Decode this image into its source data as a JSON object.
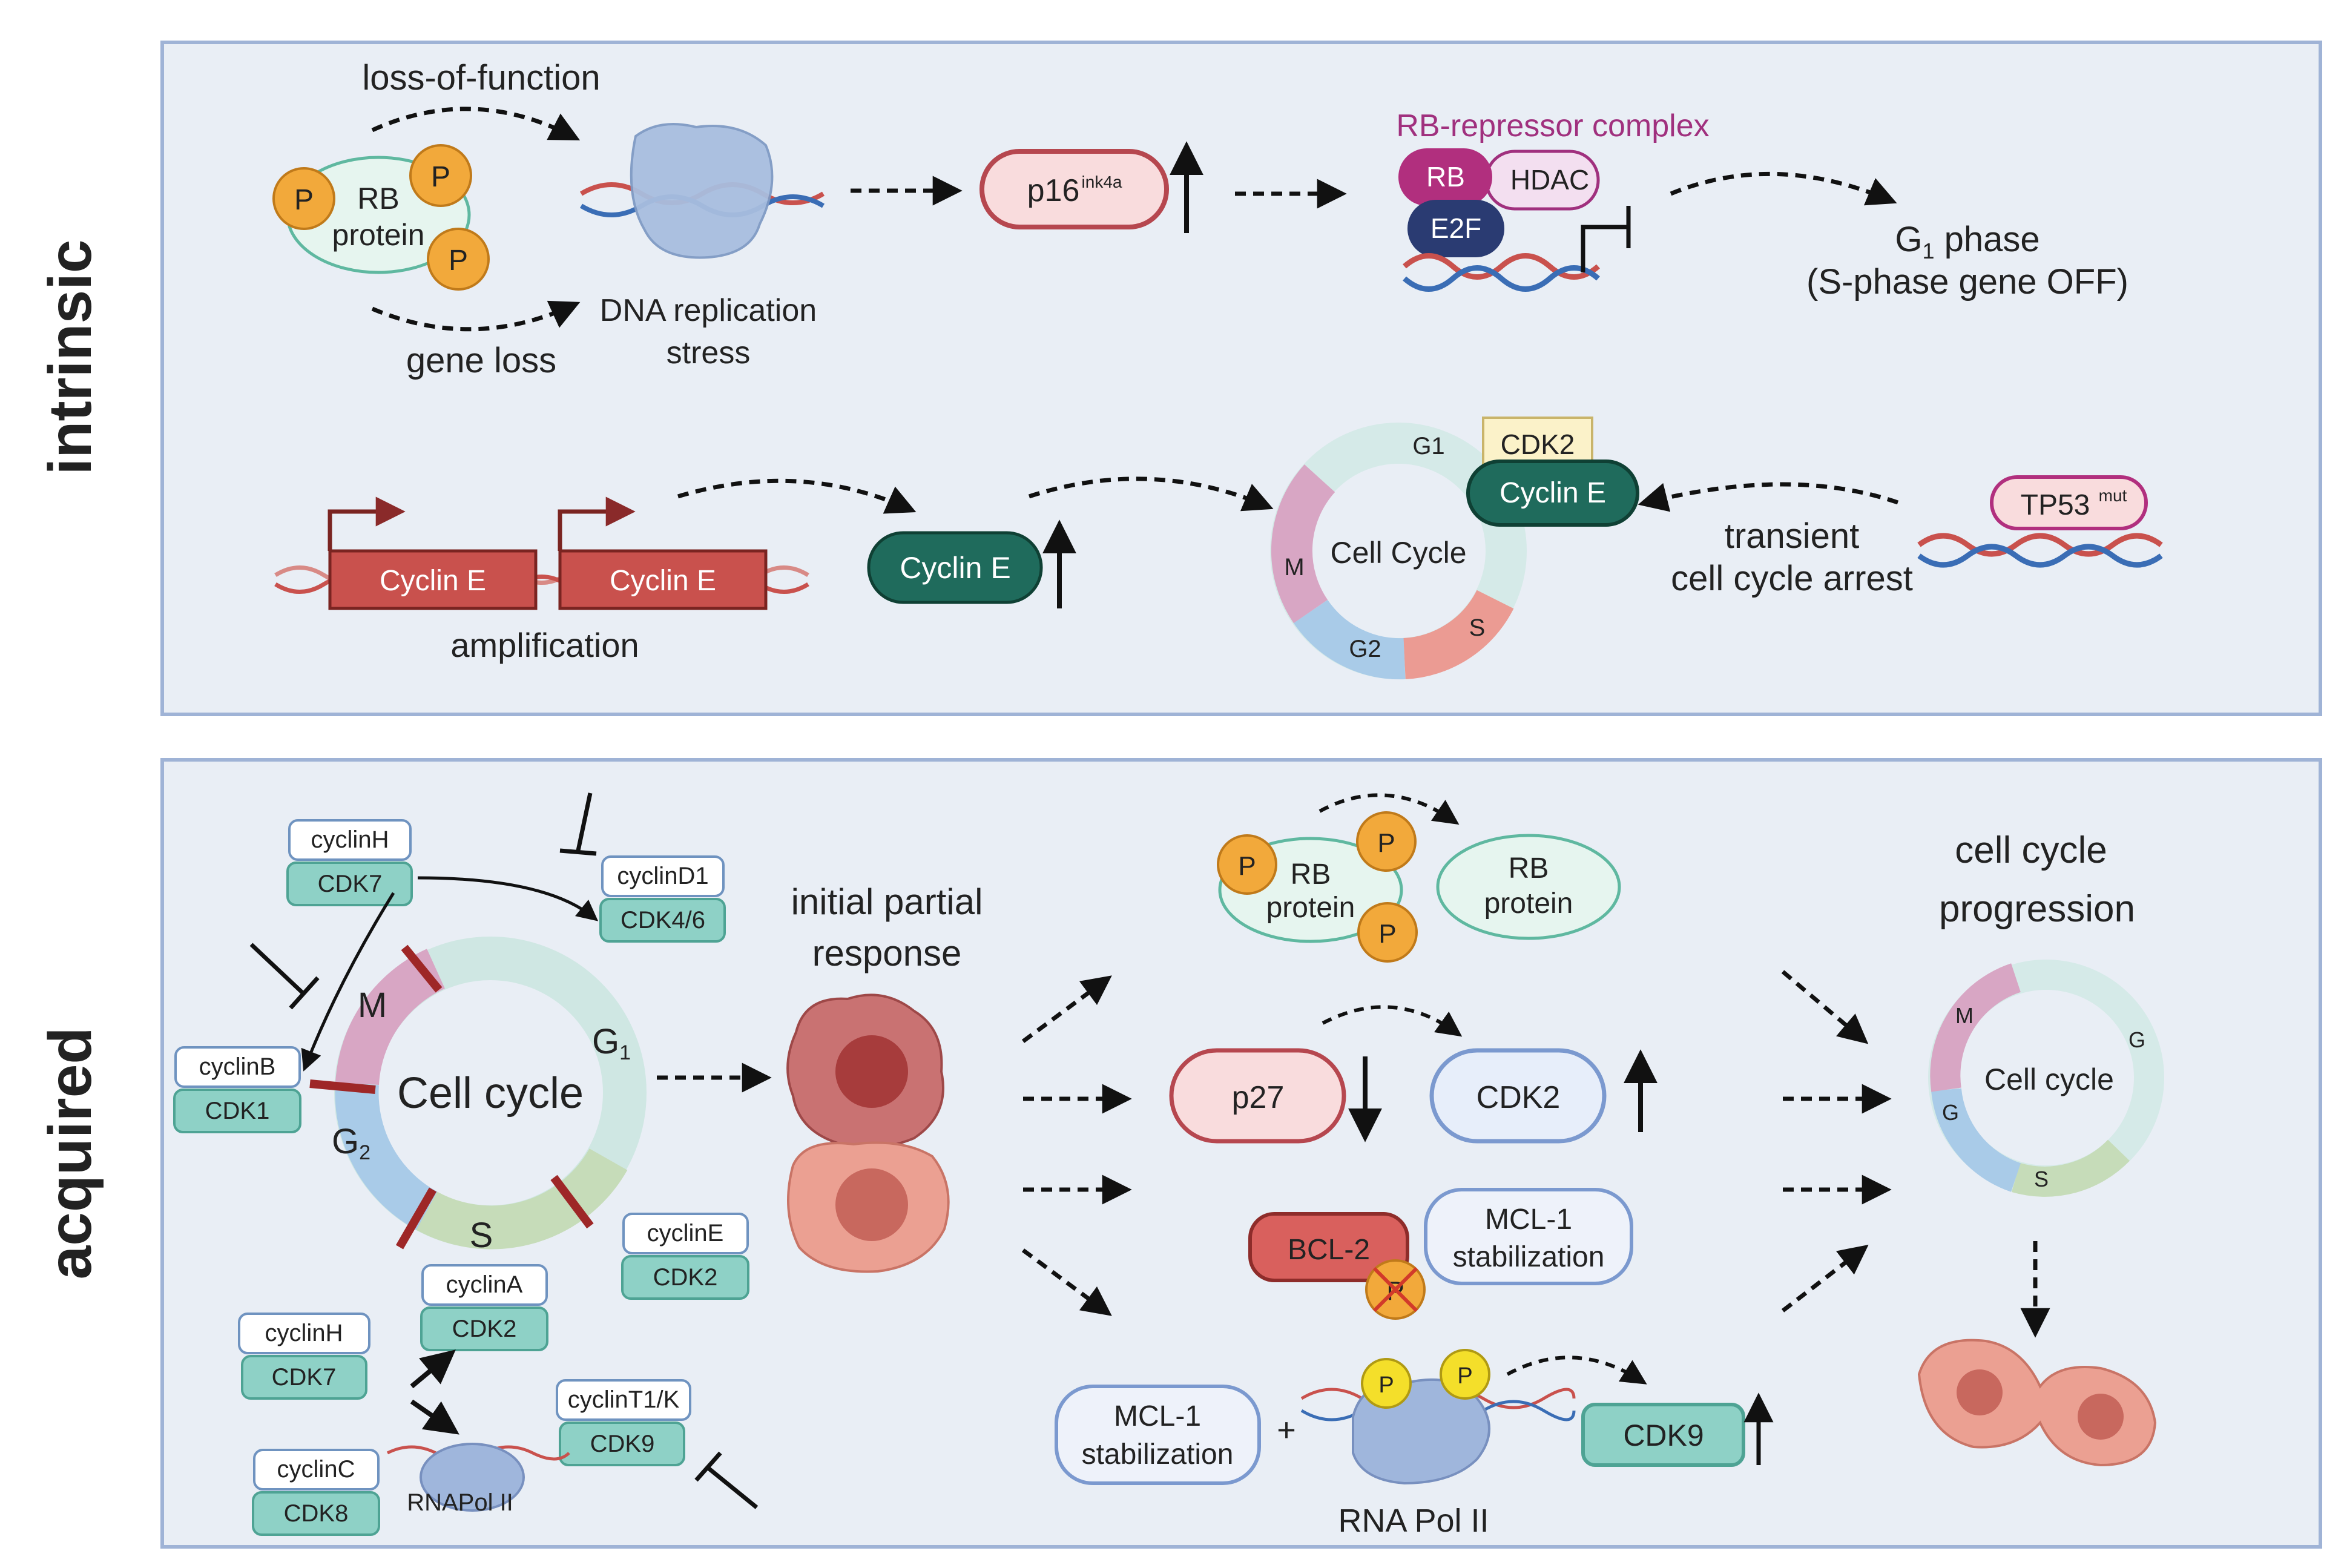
{
  "panels": {
    "intrinsic": {
      "label": "intrinsic",
      "loss_of_function": "loss-of-function",
      "gene_loss": "gene loss",
      "rb_protein": [
        "RB",
        "protein"
      ],
      "phospho": "P",
      "dna_stress": [
        "DNA replication",
        "stress"
      ],
      "p16": "p16",
      "p16_sup": "ink4a",
      "repressor_title": "RB-repressor complex",
      "rb": "RB",
      "hdac": "HDAC",
      "e2f": "E2F",
      "g1_phase": "G",
      "g1_sub": "1",
      "g1_phase_rest": " phase",
      "s_phase_off": "(S-phase gene OFF)",
      "cyclin_e_gene": "Cyclin E",
      "amplification": "amplification",
      "cyclin_e": "Cyclin E",
      "cdk2": "CDK2",
      "cell_cycle": "Cell Cycle",
      "phase_g1": "G1",
      "phase_s": "S",
      "phase_g2": "G2",
      "phase_m": "M",
      "transient": [
        "transient",
        "cell cycle arrest"
      ],
      "tp53": "TP53",
      "tp53_sup": "mut"
    },
    "acquired": {
      "label": "acquired",
      "cyclinH": "cyclinH",
      "cdk7": "CDK7",
      "cyclinD1": "cyclinD1",
      "cdk46": "CDK4/6",
      "cyclinB": "cyclinB",
      "cdk1": "CDK1",
      "cell_cycle": "Cell cycle",
      "phase_m": "M",
      "phase_g1": "G",
      "phase_g2": "G",
      "phase_s": "S",
      "cyclinE": "cyclinE",
      "cdk2": "CDK2",
      "cyclinA": "cyclinA",
      "cyclinH2": "cyclinH",
      "cdk7_2": "CDK7",
      "cyclinT1K": "cyclinT1/K",
      "cdk9": "CDK9",
      "cyclinC": "cyclinC",
      "cdk8": "CDK8",
      "rnapol_small": "RNAPol II",
      "initial_response": [
        "initial partial",
        "response"
      ],
      "rb_protein": [
        "RB",
        "protein"
      ],
      "phospho": "P",
      "p27": "p27",
      "cdk2_big": "CDK2",
      "bcl2": "BCL-2",
      "mcl1_stab": [
        "MCL-1",
        "stabilization"
      ],
      "plus": "+",
      "rna_pol": "RNA Pol II",
      "cdk9_big": "CDK9",
      "progression": [
        "cell cycle",
        "progression"
      ],
      "cell_cycle_small": "Cell cycle"
    }
  },
  "colors": {
    "panel_bg": "#e9eef5",
    "panel_border": "#9fb3d6",
    "phospho": "#f2a93b",
    "rb_fill": "#e6f5ef",
    "rb_stroke": "#5fb8a0",
    "cyclinE_fill": "#1f6b5c",
    "cdk2_fill": "#fbf2c9",
    "p16_fill": "#f9dcdd",
    "p16_stroke": "#b6474f",
    "rb_magenta": "#b12f7e",
    "hdac_fill": "#f3dff0",
    "e2f_fill": "#2a3b72",
    "gene_red": "#c9514d",
    "cdk_teal": "#8ed1c6",
    "bcl2_red": "#d9605d",
    "title_magenta": "#a0307e"
  }
}
